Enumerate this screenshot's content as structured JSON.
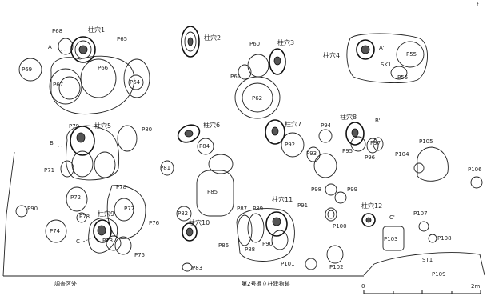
{
  "corner_mark": "f",
  "features": {
    "P68": "P68",
    "A": "A",
    "pit1": "柱穴1",
    "P65": "P65",
    "P66": "P66",
    "P67": "P67",
    "P64": "P64",
    "P69": "P69",
    "pit2": "柱穴2",
    "P60": "P60",
    "pit3": "柱穴3",
    "P61": "P61",
    "P62": "P62",
    "pit4": "柱穴4",
    "A2": "A'",
    "P55": "P55",
    "SK1": "SK1",
    "P56": "P56",
    "P79": "P79",
    "pit5": "柱穴5",
    "P80": "P80",
    "B": "B",
    "P71": "P71",
    "pit6": "柱穴6",
    "P84": "P84",
    "P81": "P81",
    "P85": "P85",
    "pit7": "柱穴7",
    "P92": "P92",
    "P94": "P94",
    "P93": "P93",
    "pit8": "柱穴8",
    "B2": "B'",
    "P95": "P95",
    "P97": "P97",
    "P96": "P96",
    "P104": "P104",
    "P105": "P105",
    "P106": "P106",
    "P72": "P72",
    "P78": "P78",
    "P77": "P77",
    "P76": "P76",
    "P90": "P90",
    "P74": "P74",
    "P78b": "P78",
    "pit9": "柱穴9",
    "C": "C",
    "P75": "P75",
    "P73": "P73",
    "P82": "P82",
    "pit10": "柱穴10",
    "P83": "P83",
    "P86": "P86",
    "P87": "P87",
    "P89": "P89",
    "pit11": "柱穴11",
    "P91": "P91",
    "P88": "P88",
    "P90b": "P90",
    "P98": "P98",
    "P99": "P99",
    "P100": "P100",
    "P101": "P101",
    "P102": "P102",
    "P103": "P103",
    "pit12": "柱穴12",
    "C2": "C'",
    "P107": "P107",
    "P108": "P108",
    "ST1": "ST1",
    "P109": "P109"
  },
  "captions": {
    "outside": "調査区外",
    "building": "第2号掘立柱建物跡"
  },
  "scale": {
    "zero": "0",
    "max": "2m"
  }
}
